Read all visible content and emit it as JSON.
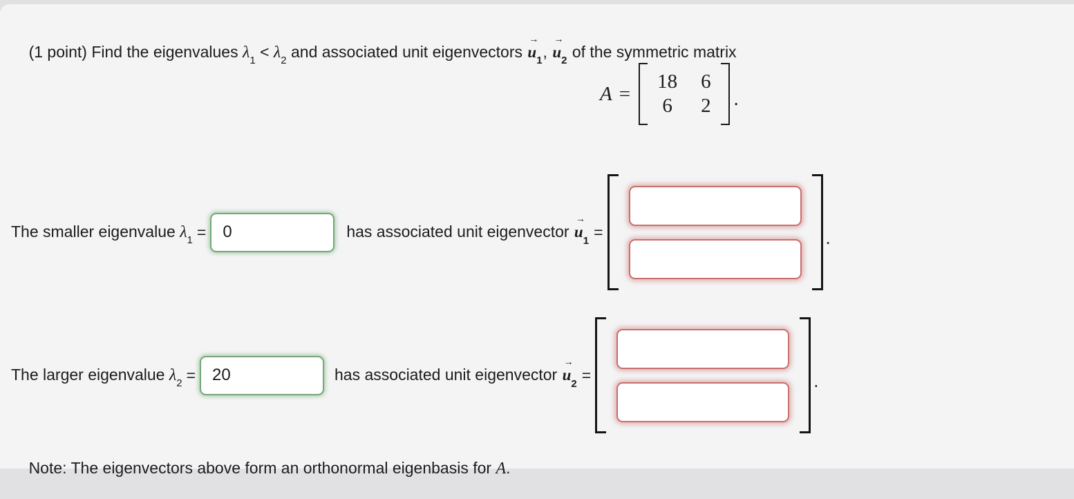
{
  "colors": {
    "page_background": "#e1e1e3",
    "panel_background": "#f4f4f5",
    "text": "#1b1b1d",
    "correct_border": "#74a876",
    "incorrect_border": "#c76f6d"
  },
  "intro": {
    "part1": "(1 point) Find the eigenvalues ",
    "lambda": "λ",
    "sub1": "1",
    "lt": " < ",
    "sub2": "2",
    "part2": " and associated unit eigenvectors ",
    "u": "u",
    "arrow": "→",
    "comma": ", ",
    "part3": " of the symmetric matrix"
  },
  "matrix": {
    "A": "A",
    "eq": "=",
    "values": [
      [
        "18",
        "6"
      ],
      [
        "6",
        "2"
      ]
    ],
    "period": "."
  },
  "row1": {
    "label_pre": "The smaller eigenvalue ",
    "lambda": "λ",
    "sub": "1",
    "eq": "=",
    "input_value": "0",
    "mid": "has associated unit eigenvector ",
    "u": "u",
    "arrow": "→",
    "vec_sub": "1",
    "eq2": "=",
    "entries": [
      "",
      ""
    ],
    "period": "."
  },
  "row2": {
    "label_pre": "The larger eigenvalue ",
    "lambda": "λ",
    "sub": "2",
    "eq": "=",
    "input_value": "20",
    "mid": "has associated unit eigenvector ",
    "u": "u",
    "arrow": "→",
    "vec_sub": "2",
    "eq2": "=",
    "entries": [
      "",
      ""
    ],
    "period": "."
  },
  "note": {
    "pre": "Note: The eigenvectors above form an orthonormal eigenbasis for ",
    "A": "A",
    "period": "."
  }
}
